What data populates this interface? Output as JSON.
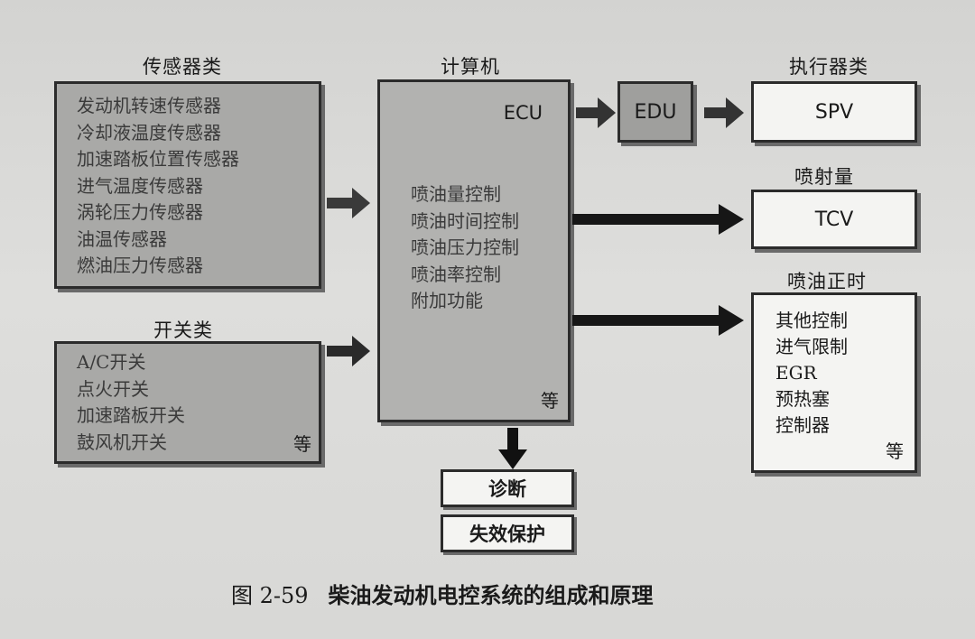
{
  "sensors": {
    "title": "传感器类",
    "items": [
      "发动机转速传感器",
      "冷却液温度传感器",
      "加速踏板位置传感器",
      "进气温度传感器",
      "涡轮压力传感器",
      "油温传感器",
      "燃油压力传感器"
    ]
  },
  "switches": {
    "title": "开关类",
    "items": [
      "A/C开关",
      "点火开关",
      "加速踏板开关",
      "鼓风机开关"
    ],
    "etc": "等"
  },
  "computer": {
    "title": "计算机",
    "ecu": "ECU",
    "items": [
      "喷油量控制",
      "喷油时间控制",
      "喷油压力控制",
      "喷油率控制",
      "附加功能"
    ],
    "etc": "等"
  },
  "edu": {
    "label": "EDU"
  },
  "actuators": {
    "title": "执行器类",
    "spv": "SPV"
  },
  "injection_quantity": {
    "title": "喷射量",
    "tcv": "TCV"
  },
  "injection_timing": {
    "title": "喷油正时",
    "items": [
      "其他控制",
      "进气限制",
      "EGR",
      "预热塞",
      "控制器"
    ],
    "etc": "等"
  },
  "diagnosis": "诊断",
  "failsafe": "失效保护",
  "caption": {
    "number": "图 2-59",
    "text": "柴油发动机电控系统的组成和原理"
  }
}
